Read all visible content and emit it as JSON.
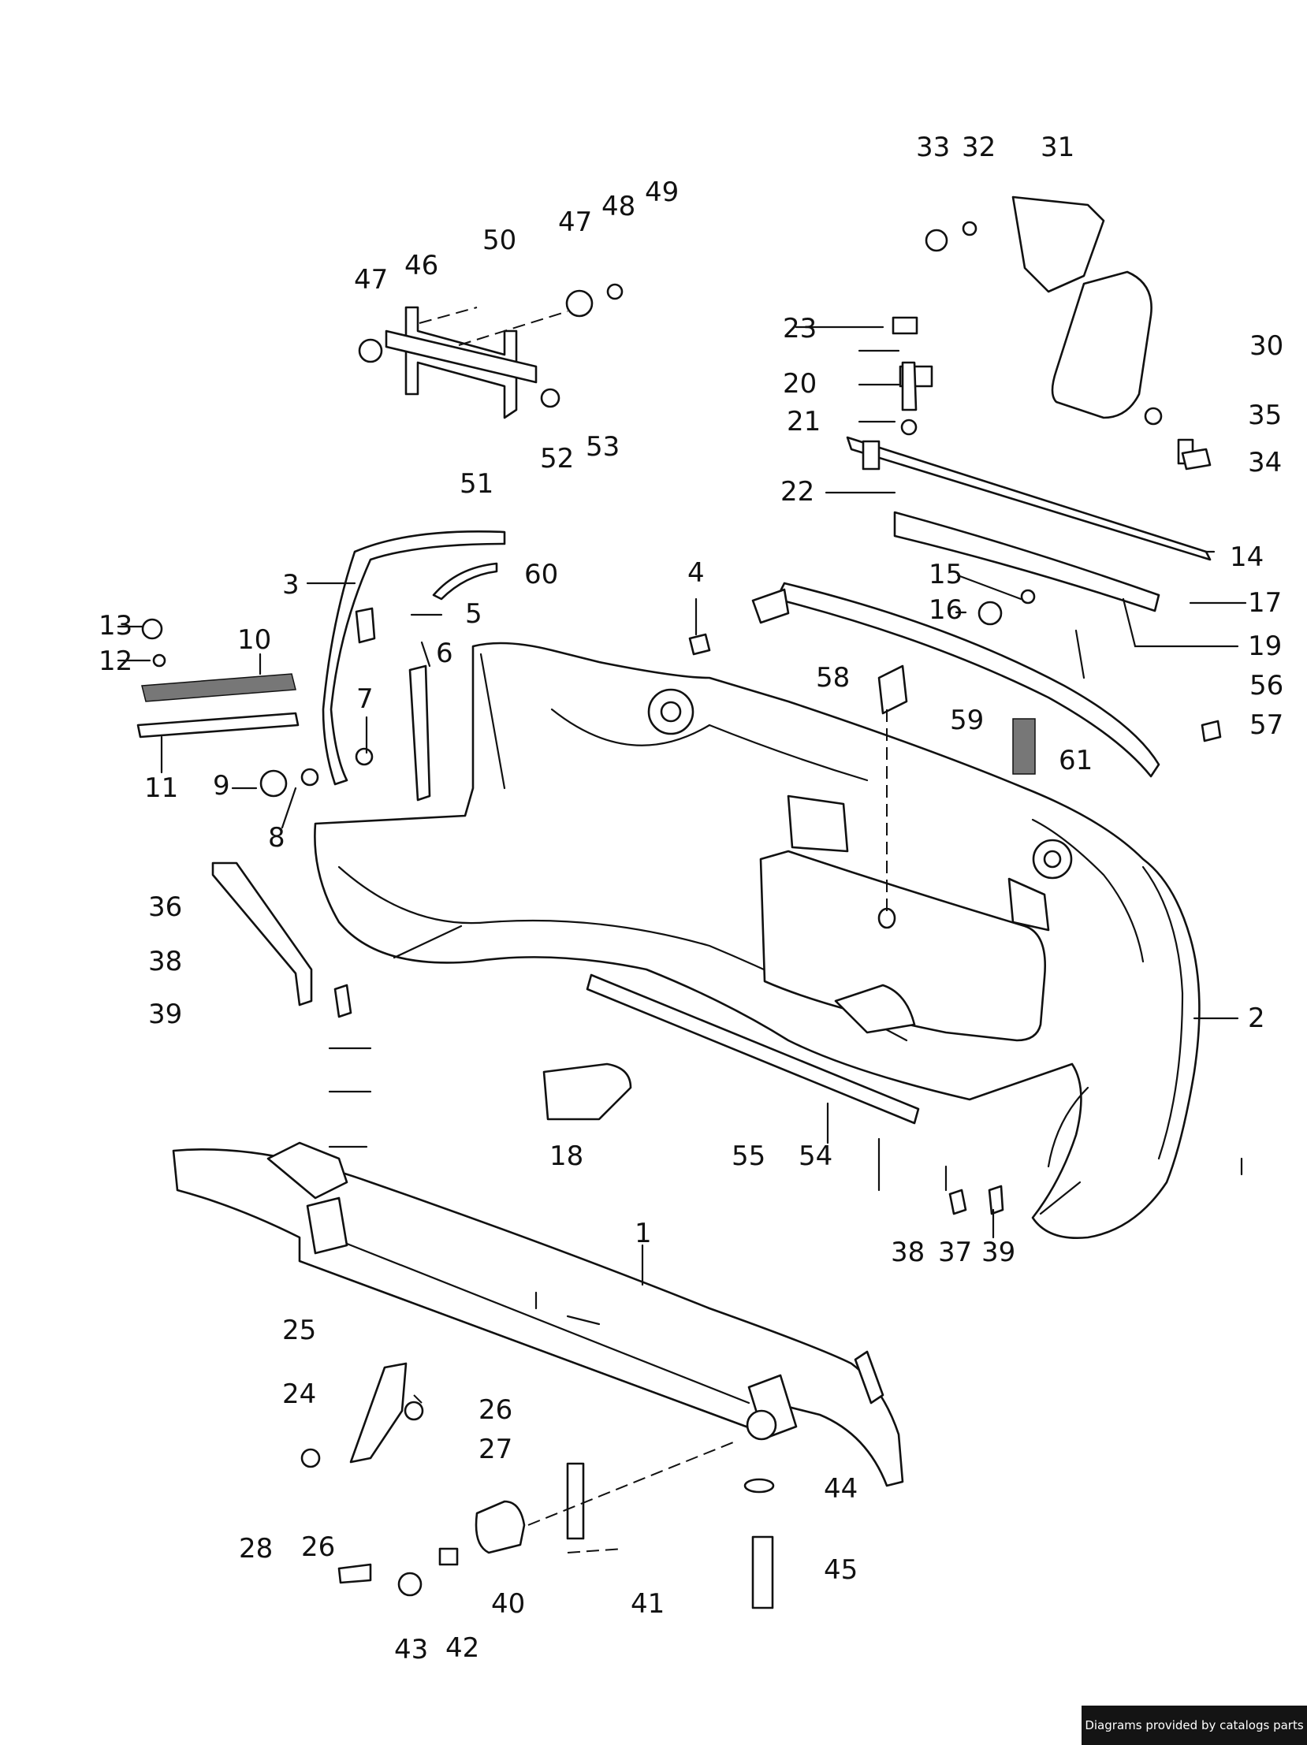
{
  "labels": [
    "1",
    "2",
    "3",
    "4",
    "5",
    "6",
    "7",
    "8",
    "9",
    "10",
    "11",
    "12",
    "13",
    "14",
    "15",
    "16",
    "17",
    "18",
    "19",
    "20",
    "21",
    "22",
    "23",
    "24",
    "25",
    "26",
    "26",
    "27",
    "28",
    "30",
    "31",
    "32",
    "33",
    "34",
    "35",
    "36",
    "37",
    "38",
    "38",
    "39",
    "39",
    "40",
    "41",
    "42",
    "43",
    "44",
    "45",
    "46",
    "47",
    "47",
    "48",
    "49",
    "50",
    "51",
    "52",
    "53",
    "54",
    "55",
    "56",
    "57",
    "58",
    "59",
    "60",
    "61"
  ],
  "footer": {
    "credit": "Diagrams provided by catalogs parts"
  }
}
